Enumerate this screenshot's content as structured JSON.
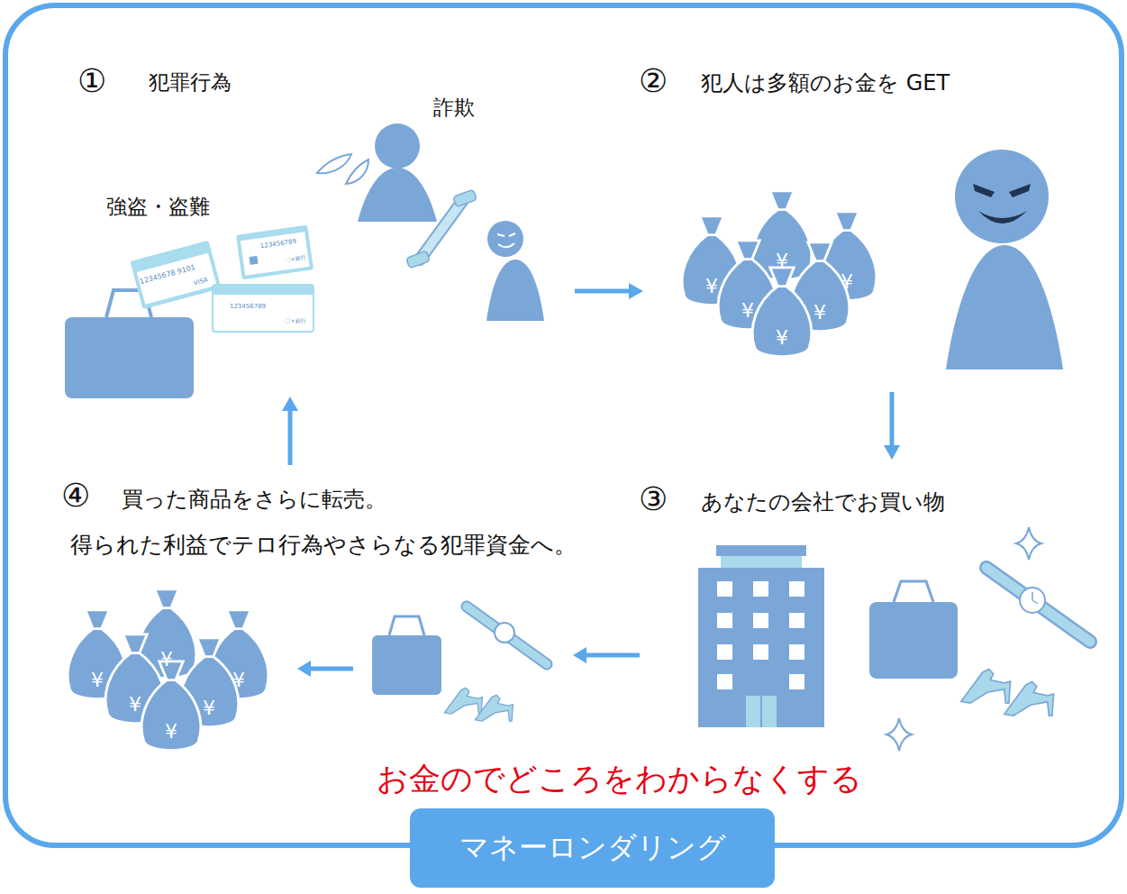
{
  "diagram": {
    "nodes": [
      {
        "text": [
          "マネーロンダリング"
        ]
      }
    ],
    "labels": [
      "①",
      "犯罪行為",
      "詐欺",
      "強盗・盗難",
      "12345678 9101",
      "VISA",
      "123456789",
      "〇×銀行",
      "123456789",
      "〇×銀行",
      "②",
      "犯人は多額のお金を GET",
      "¥",
      "¥",
      "¥",
      "¥",
      "¥",
      "¥",
      "③",
      "あなたの会社でお買い物",
      "④",
      "買った商品をさらに転売。",
      "得られた利益でテロ行為やさらなる犯罪資金へ。",
      "¥",
      "¥",
      "¥",
      "¥",
      "¥",
      "¥",
      "お金のでどころをわからなくする"
    ]
  }
}
